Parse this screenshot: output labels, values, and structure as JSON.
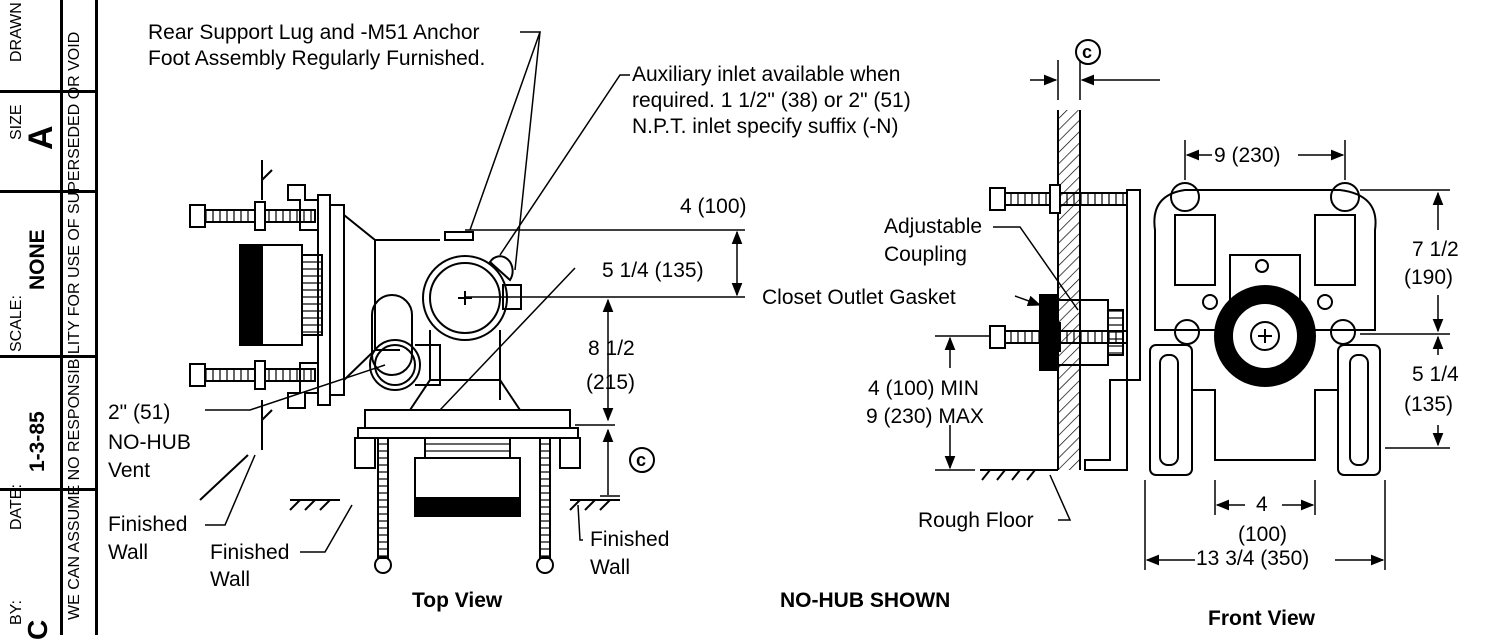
{
  "title_block": {
    "drawn_by_label": "DRAWN",
    "size_label": "SIZE",
    "size_value": "A",
    "scale_label": "SCALE:",
    "scale_value": "NONE",
    "date_label": "DATE:",
    "date_value": "1-3-85",
    "by_label": "BY:",
    "by_value": "C",
    "disclaimer": "WE CAN ASSUME NO RESPONSIBILITY FOR USE OF SUPERSEDED OR VOID"
  },
  "callouts": {
    "rear_support_1": "Rear Support Lug and -M51 Anchor",
    "rear_support_2": "Foot Assembly Regularly Furnished.",
    "aux_inlet_1": "Auxiliary inlet available when",
    "aux_inlet_2": "required.  1 1/2\" (38) or 2\" (51)",
    "aux_inlet_3": "N.P.T. inlet specify suffix (-N)",
    "vent_1": "2\" (51)",
    "vent_2": "NO-HUB",
    "vent_3": "Vent",
    "finished_wall_a1": "Finished",
    "finished_wall_a2": "Wall",
    "finished_wall_b1": "Finished",
    "finished_wall_b2": "Wall",
    "finished_wall_c1": "Finished",
    "finished_wall_c2": "Wall",
    "adjustable_1": "Adjustable",
    "adjustable_2": "Coupling",
    "gasket": "Closet Outlet Gasket",
    "rough_floor": "Rough Floor",
    "centerline": "c"
  },
  "dimensions": {
    "d_4_100": "4 (100)",
    "d_5_14_135": "5 1/4 (135)",
    "d_8_12": "8 1/2",
    "d_215": "(215)",
    "d_min": "4 (100) MIN",
    "d_max": "9 (230) MAX",
    "d_9_230": "9 (230)",
    "d_7_12": "7 1/2",
    "d_190": "(190)",
    "d_5_14": "5 1/4",
    "d_135": "(135)",
    "d_4": "4",
    "d_100": "(100)",
    "d_13_34": "13 3/4 (350)"
  },
  "views": {
    "top_view": "Top View",
    "no_hub": "NO-HUB SHOWN",
    "front_view": "Front View"
  }
}
